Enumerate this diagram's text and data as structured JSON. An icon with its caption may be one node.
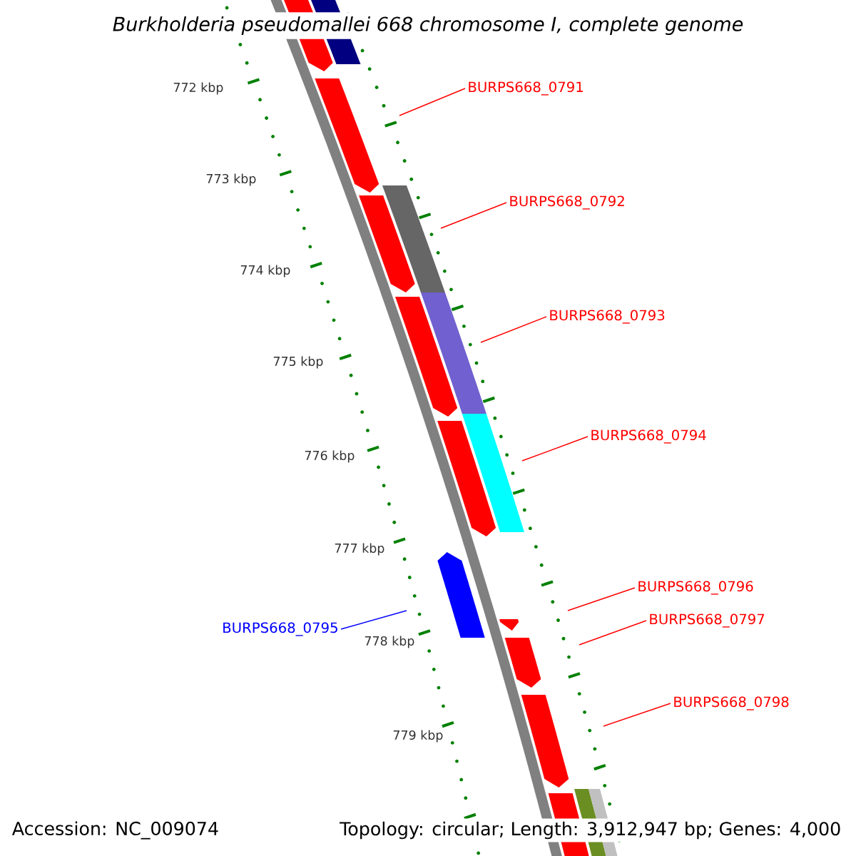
{
  "diagram": {
    "title": "Burkholderia pseudomallei 668 chromosome I, complete genome",
    "nodes": [
      {
        "text": [
          "BURPS668_0791"
        ]
      },
      {
        "text": [
          "BURPS668_0792"
        ]
      },
      {
        "text": [
          "BURPS668_0793"
        ]
      },
      {
        "text": [
          "BURPS668_0794"
        ]
      },
      {
        "text": [
          "BURPS668_0795"
        ]
      },
      {
        "text": [
          "BURPS668_0796"
        ]
      },
      {
        "text": [
          "BURPS668_0797"
        ]
      },
      {
        "text": [
          "BURPS668_0798"
        ]
      }
    ],
    "edges": [
      {
        "from": 0,
        "to": null,
        "arrow": "none"
      },
      {
        "from": 1,
        "to": null,
        "arrow": "none"
      },
      {
        "from": 2,
        "to": null,
        "arrow": "none"
      },
      {
        "from": 3,
        "to": null,
        "arrow": "none"
      },
      {
        "from": 4,
        "to": null,
        "arrow": "none",
        "color": "#0000ff"
      },
      {
        "from": 5,
        "to": null,
        "arrow": "none"
      },
      {
        "from": 6,
        "to": null,
        "arrow": "none"
      },
      {
        "from": 7,
        "to": null,
        "arrow": "none"
      }
    ],
    "labels": [
      "772 kbp",
      "773 kbp",
      "774 kbp",
      "775 kbp",
      "776 kbp",
      "777 kbp",
      "778 kbp",
      "779 kbp",
      "Accession: NC_009074",
      "Topology: circular; Length: 3,912,947 bp; Genes: 4,000"
    ]
  }
}
